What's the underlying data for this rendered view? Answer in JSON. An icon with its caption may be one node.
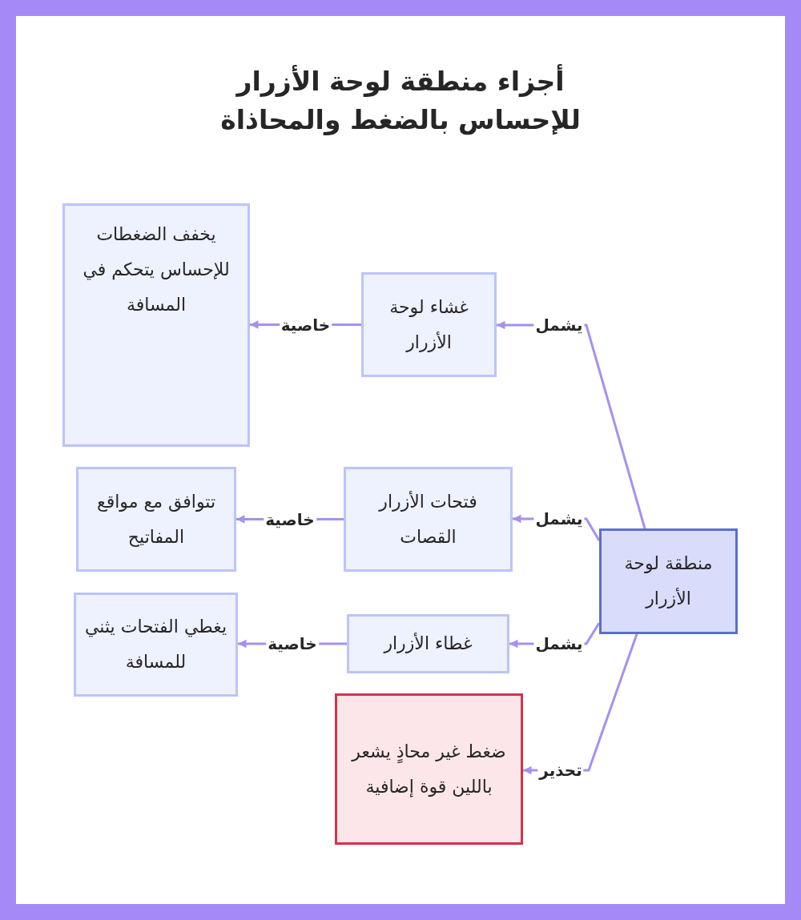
{
  "diagram": {
    "title": "أجزاء منطقة لوحة الأزرار للإحساس بالضغط والمحاذاة",
    "nodes": [
      {
        "text": [
          "منطقة لوحة الأزرار"
        ]
      },
      {
        "text": [
          "غشاء لوحة الأزرار"
        ]
      },
      {
        "text": [
          "يخفف الضغطات للإحساس يتحكم في المسافة"
        ]
      },
      {
        "text": [
          "فتحات الأزرار القصات"
        ]
      },
      {
        "text": [
          "تتوافق مع مواقع المفاتيح"
        ]
      },
      {
        "text": [
          "غطاء الأزرار"
        ]
      },
      {
        "text": [
          "يغطي الفتحات يثني للمسافة"
        ]
      },
      {
        "text": [
          "ضغط غير محاذٍ يشعر باللين قوة إضافية"
        ]
      }
    ],
    "edges": [
      {
        "from": 0,
        "to": 1,
        "arrow": "to",
        "label": "يشمل"
      },
      {
        "from": 1,
        "to": 2,
        "arrow": "to",
        "label": "خاصية"
      },
      {
        "from": 0,
        "to": 3,
        "arrow": "to",
        "label": "يشمل"
      },
      {
        "from": 3,
        "to": 4,
        "arrow": "to",
        "label": "خاصية"
      },
      {
        "from": 0,
        "to": 5,
        "arrow": "to",
        "label": "يشمل"
      },
      {
        "from": 5,
        "to": 6,
        "arrow": "to",
        "label": "خاصية"
      },
      {
        "from": 0,
        "to": 7,
        "arrow": "to",
        "label": "تحذير"
      }
    ]
  }
}
